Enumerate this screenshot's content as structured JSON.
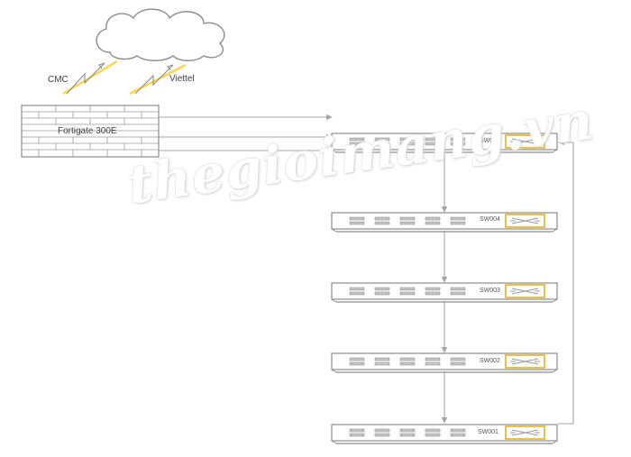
{
  "diagram": {
    "isps": [
      {
        "name": "CMC"
      },
      {
        "name": "Viettel"
      }
    ],
    "firewall": {
      "label": "Fortigate 300E"
    },
    "switches": [
      {
        "id": "sw005",
        "label": "SW005"
      },
      {
        "id": "sw004",
        "label": "SW004"
      },
      {
        "id": "sw003",
        "label": "SW003"
      },
      {
        "id": "sw002",
        "label": "SW002"
      },
      {
        "id": "sw001",
        "label": "SW001"
      }
    ],
    "watermark": "thegioimang.vn",
    "colors": {
      "line": "#a6a6a6",
      "device_border": "#8c8c8c",
      "lightning": "#ffd54a",
      "uplink_port": "#e3b21c"
    }
  }
}
